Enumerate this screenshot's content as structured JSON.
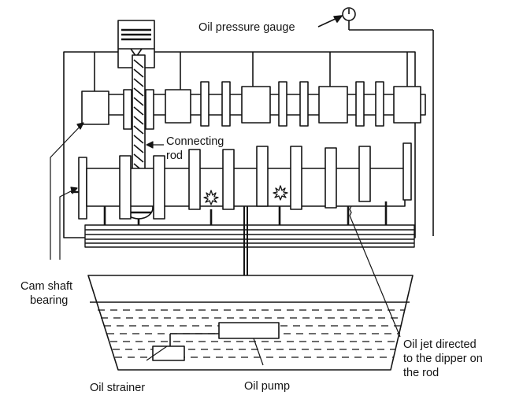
{
  "labels": {
    "gauge": "Oil pressure gauge",
    "rod_line1": "Connecting",
    "rod_line2": "rod",
    "bearing_line1": "Cam shaft",
    "bearing_line2": "bearing",
    "jet_line1": "Oil jet directed",
    "jet_line2": "to the dipper on",
    "jet_line3": "the rod",
    "strainer": "Oil strainer",
    "pump": "Oil pump"
  },
  "colors": {
    "ink": "#141414",
    "paper": "#ffffff"
  }
}
